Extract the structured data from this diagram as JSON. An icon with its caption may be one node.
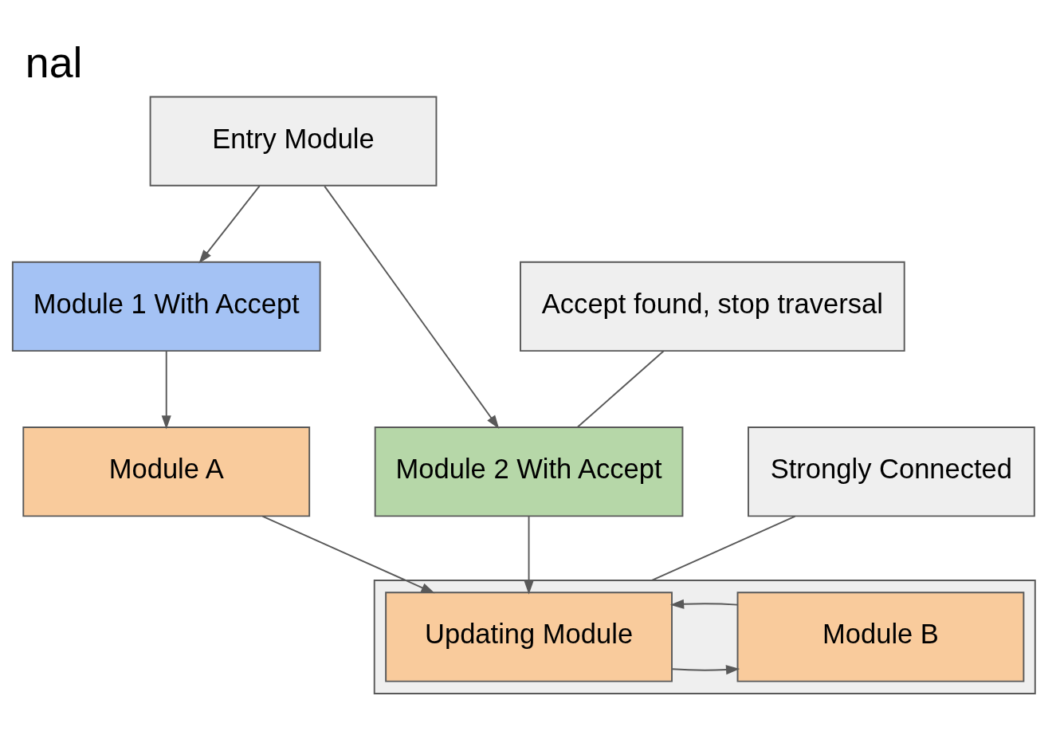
{
  "diagram": {
    "title": "nal",
    "nodes": [
      {
        "text": [
          "Entry Module"
        ]
      },
      {
        "text": [
          "Module 1 With Accept"
        ]
      },
      {
        "text": [
          "Module 2 With Accept"
        ]
      },
      {
        "text": [
          "Accept found, stop traversal"
        ]
      },
      {
        "text": [
          "Module A"
        ]
      },
      {
        "text": [],
        "shape": "box"
      },
      {
        "text": [
          "Updating Module"
        ],
        "in": 5
      },
      {
        "text": [
          "Module B"
        ],
        "in": 5
      },
      {
        "text": [
          "Strongly Connected"
        ]
      }
    ],
    "edges": [
      {
        "from": 0,
        "to": 1,
        "arrow": "to"
      },
      {
        "from": 0,
        "to": 2,
        "arrow": "to"
      },
      {
        "from": 3,
        "to": 2,
        "arrow": "none"
      },
      {
        "from": 1,
        "to": 4,
        "arrow": "to"
      },
      {
        "from": 4,
        "to": 6,
        "arrow": "to"
      },
      {
        "from": 2,
        "to": 6,
        "arrow": "to"
      },
      {
        "from": 6,
        "to": 7,
        "arrow": "to"
      },
      {
        "from": 7,
        "to": 6,
        "arrow": "to"
      },
      {
        "from": 8,
        "to": 5,
        "arrow": "none"
      }
    ]
  }
}
